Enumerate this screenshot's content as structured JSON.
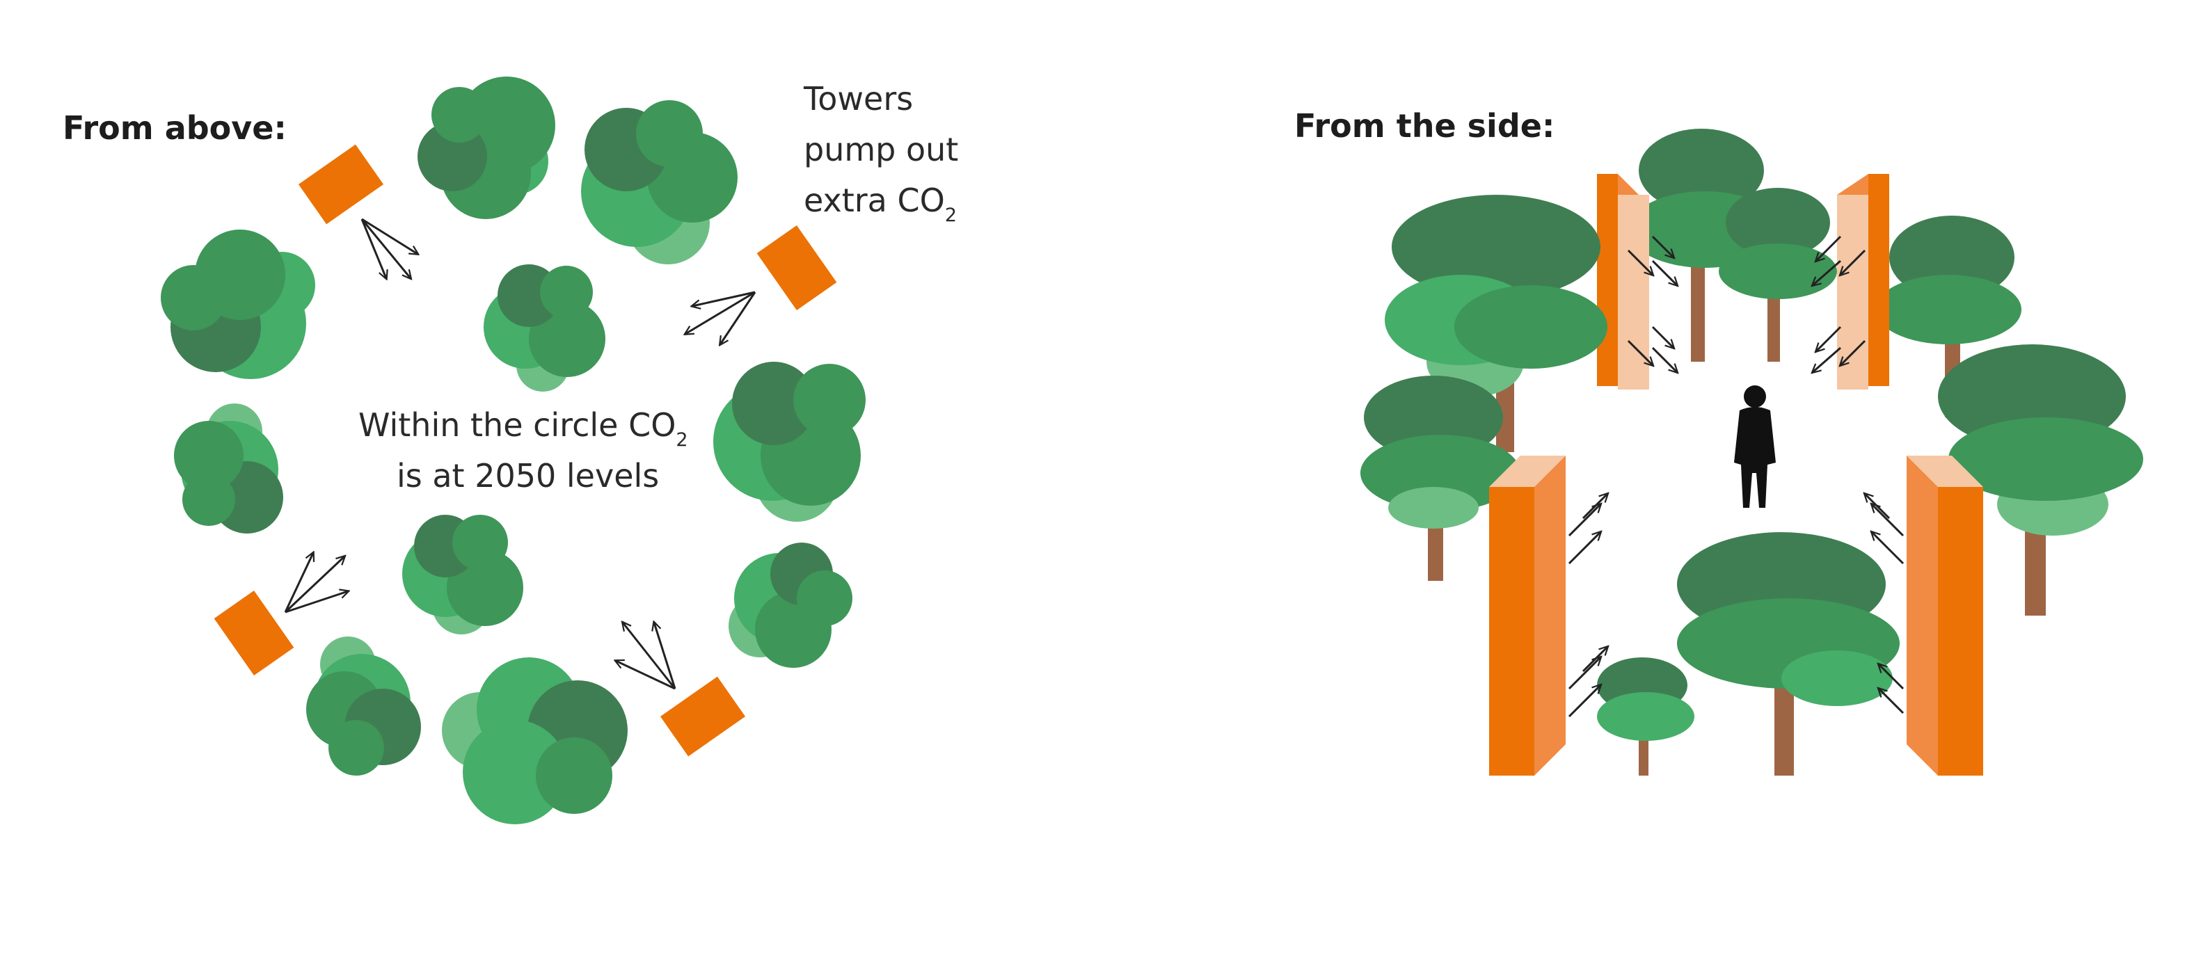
{
  "left_panel": {
    "heading": "From above:",
    "center_label_line1": "Within the circle CO",
    "center_label_sub": "2",
    "center_label_line2": "is at 2050 levels",
    "tower_label_line1": "Towers",
    "tower_label_line2": "pump out",
    "tower_label_line3": "extra CO",
    "tower_label_sub": "2"
  },
  "right_panel": {
    "heading": "From the side:"
  },
  "colors": {
    "tower_orange": "#EC7205",
    "tower_light": "#F5C7A4",
    "tower_mid": "#F18A43",
    "tree_dark": "#3F7E52",
    "tree_mid": "#3E9659",
    "tree_light": "#45AE69",
    "tree_pale": "#6DBE85",
    "trunk": "#9E6545",
    "arrow": "#222222",
    "person": "#111111"
  },
  "icons": [
    "tree-icon",
    "tower-icon",
    "arrow-icon",
    "person-icon"
  ]
}
